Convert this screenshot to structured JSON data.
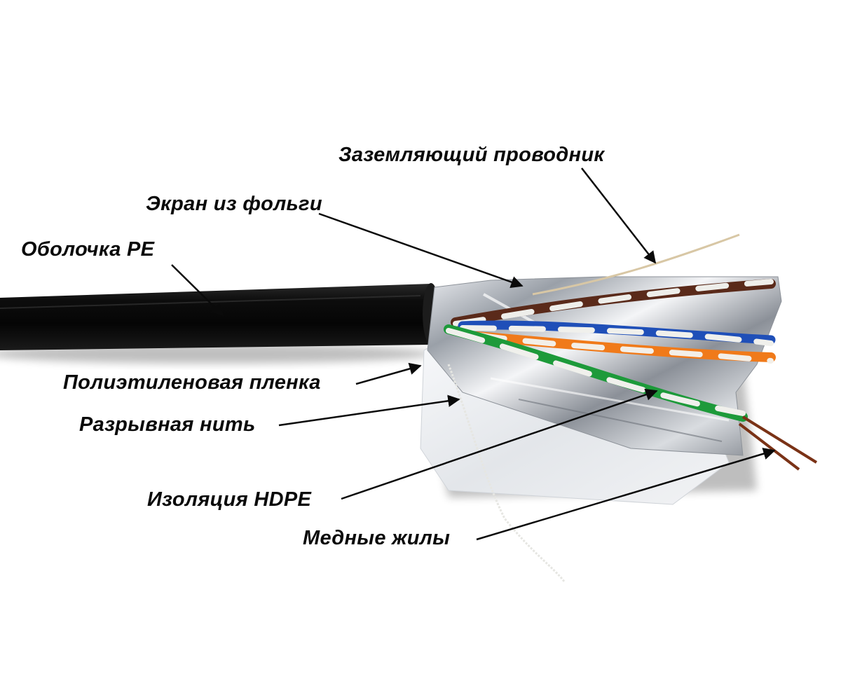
{
  "diagram": {
    "subject": "Cable cross-section (shielded twisted pair)",
    "colors": {
      "background": "#ffffff",
      "jacket": "#0d0d0d",
      "foil": "#c9ccd1",
      "film": "#eef0f3",
      "pair_blue": "#1f4fb8",
      "pair_orange": "#f07a1a",
      "pair_green": "#1d9a3a",
      "pair_brown": "#5a2a1a",
      "copper": "#7a3216",
      "label_text": "#0a0a0a",
      "leader_line": "#0a0a0a"
    },
    "labels": [
      {
        "id": "ground",
        "text": "Заземляющий проводник"
      },
      {
        "id": "foil",
        "text": "Экран из фольги"
      },
      {
        "id": "jacket",
        "text": "Оболочка PE"
      },
      {
        "id": "film",
        "text": "Полиэтиленовая пленка"
      },
      {
        "id": "ripcord",
        "text": "Разрывная нить"
      },
      {
        "id": "insulation",
        "text": "Изоляция HDPE"
      },
      {
        "id": "copper",
        "text": "Медные жилы"
      }
    ]
  }
}
